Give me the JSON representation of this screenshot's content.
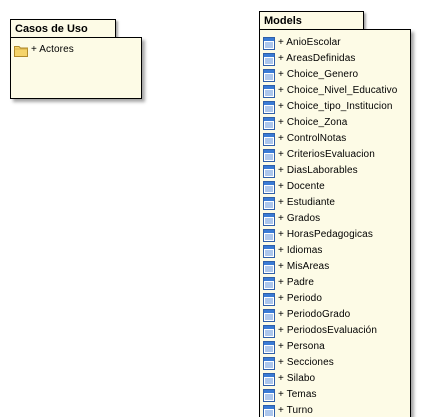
{
  "packages": {
    "casos_de_uso": {
      "title": "Casos de Uso",
      "items": [
        {
          "label": "+ Actores",
          "icon": "folder-icon"
        }
      ]
    },
    "models": {
      "title": "Models",
      "items": [
        {
          "label": "+ AnioEscolar",
          "icon": "class-diagram-icon"
        },
        {
          "label": "+ AreasDefinidas",
          "icon": "class-diagram-icon"
        },
        {
          "label": "+ Choice_Genero",
          "icon": "class-diagram-icon"
        },
        {
          "label": "+ Choice_Nivel_Educativo",
          "icon": "class-diagram-icon"
        },
        {
          "label": "+ Choice_tipo_Institucion",
          "icon": "class-diagram-icon"
        },
        {
          "label": "+ Choice_Zona",
          "icon": "class-diagram-icon"
        },
        {
          "label": "+ ControlNotas",
          "icon": "class-diagram-icon"
        },
        {
          "label": "+ CriteriosEvaluacion",
          "icon": "class-diagram-icon"
        },
        {
          "label": "+ DiasLaborables",
          "icon": "class-diagram-icon"
        },
        {
          "label": "+ Docente",
          "icon": "class-diagram-icon"
        },
        {
          "label": "+ Estudiante",
          "icon": "class-diagram-icon"
        },
        {
          "label": "+ Grados",
          "icon": "class-diagram-icon"
        },
        {
          "label": "+ HorasPedagogicas",
          "icon": "class-diagram-icon"
        },
        {
          "label": "+ Idiomas",
          "icon": "class-diagram-icon"
        },
        {
          "label": "+ MisAreas",
          "icon": "class-diagram-icon"
        },
        {
          "label": "+ Padre",
          "icon": "class-diagram-icon"
        },
        {
          "label": "+ Periodo",
          "icon": "class-diagram-icon"
        },
        {
          "label": "+ PeriodoGrado",
          "icon": "class-diagram-icon"
        },
        {
          "label": "+ PeriodosEvaluación",
          "icon": "class-diagram-icon"
        },
        {
          "label": "+ Persona",
          "icon": "class-diagram-icon"
        },
        {
          "label": "+ Secciones",
          "icon": "class-diagram-icon"
        },
        {
          "label": "+ Silabo",
          "icon": "class-diagram-icon"
        },
        {
          "label": "+ Temas",
          "icon": "class-diagram-icon"
        },
        {
          "label": "+ Turno",
          "icon": "class-diagram-icon"
        }
      ]
    }
  },
  "colors": {
    "package_fill": "#fdfbe6",
    "package_border": "#000000",
    "folder_fill": "#f5d46b",
    "diagram_icon_blue": "#3a7bd5"
  }
}
